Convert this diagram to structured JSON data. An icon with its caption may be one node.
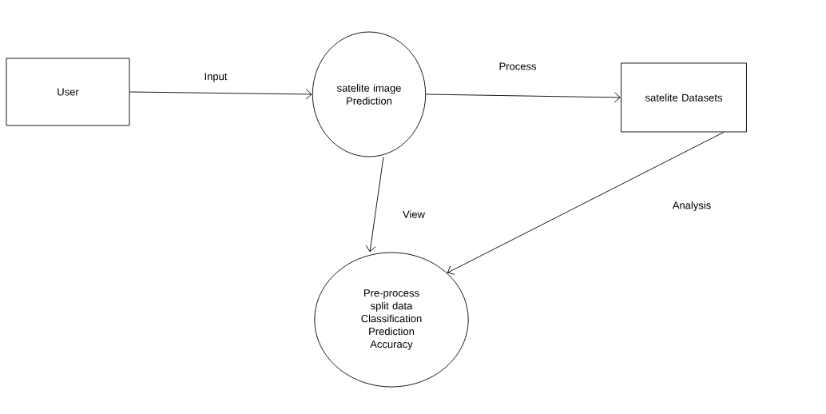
{
  "diagram": {
    "nodes": [
      {
        "text": [
          "User"
        ]
      },
      {
        "text": [
          "satelite image Prediction"
        ]
      },
      {
        "text": [
          "satelite Datasets"
        ]
      },
      {
        "text": [
          "Pre-process",
          "split data",
          "Classification",
          "Prediction",
          "Accuracy"
        ]
      }
    ],
    "edges": [
      {
        "from": 0,
        "to": 1,
        "arrow": "to",
        "label": "Input"
      },
      {
        "from": 1,
        "to": 2,
        "arrow": "to",
        "label": "Process"
      },
      {
        "from": 1,
        "to": 3,
        "arrow": "to",
        "label": "View"
      },
      {
        "from": 2,
        "to": 3,
        "arrow": "to",
        "label": "Analysis"
      }
    ]
  }
}
